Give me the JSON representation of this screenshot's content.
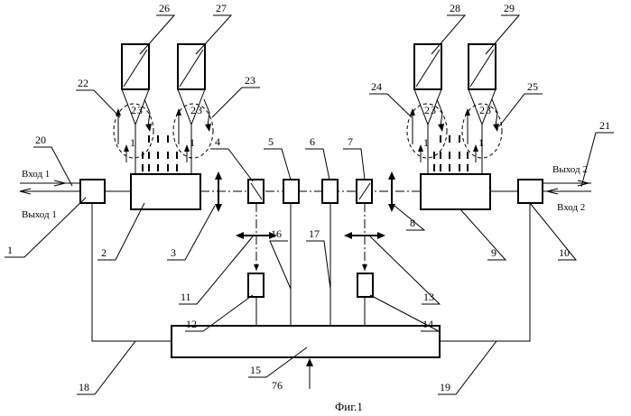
{
  "labels": {
    "n1": "1",
    "n2": "2",
    "n3": "3",
    "n4": "4",
    "n5": "5",
    "n6": "6",
    "n7": "7",
    "n8": "8",
    "n9": "9",
    "n10": "10",
    "n11": "11",
    "n12": "12",
    "n13": "13",
    "n14": "14",
    "n15": "15",
    "n16": "16",
    "n17": "17",
    "n18": "18",
    "n19": "19",
    "n20": "20",
    "n21": "21",
    "n22": "22",
    "n23": "23",
    "n24": "24",
    "n25": "25",
    "n26": "26",
    "n27": "27",
    "n28": "28",
    "n29": "29",
    "n76": "76"
  },
  "io": {
    "input1": "Вход 1",
    "output1": "Выход 1",
    "output2": "Выход 2",
    "input2": "Вход 2"
  },
  "nozzle_marks": {
    "a": "2",
    "b": "3",
    "c": "1"
  },
  "caption": "Фиг.1"
}
